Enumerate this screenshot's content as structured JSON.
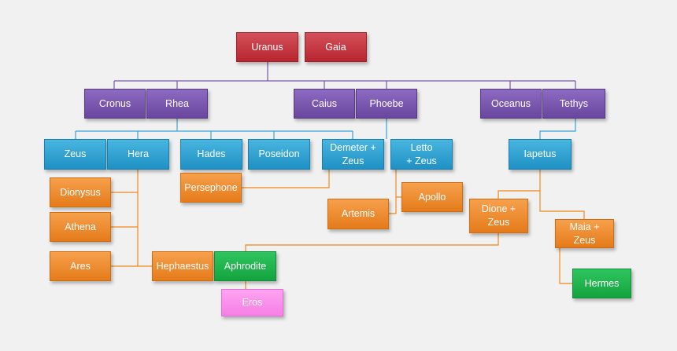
{
  "colors": {
    "connector": "#f08a1c",
    "connector_top": "#7b56aa",
    "connector_mid": "#3aa3d6"
  },
  "nodes": {
    "uranus": "Uranus",
    "gaia": "Gaia",
    "cronus": "Cronus",
    "rhea": "Rhea",
    "caius": "Caius",
    "phoebe": "Phoebe",
    "oceanus": "Oceanus",
    "tethys": "Tethys",
    "zeus": "Zeus",
    "hera": "Hera",
    "hades": "Hades",
    "poseidon": "Poseidon",
    "demeter_zeus": "Demeter +\nZeus",
    "letto_zeus": "Letto\n+ Zeus",
    "iapetus": "Iapetus",
    "dionysus": "Dionysus",
    "athena": "Athena",
    "ares": "Ares",
    "persephone": "Persephone",
    "artemis": "Artemis",
    "apollo": "Apollo",
    "dione_zeus": "Dione + Zeus",
    "maia_zeus": "Maia + Zeus",
    "hephaestus": "Hephaestus",
    "aphrodite": "Aphrodite",
    "eros": "Eros",
    "hermes": "Hermes"
  }
}
